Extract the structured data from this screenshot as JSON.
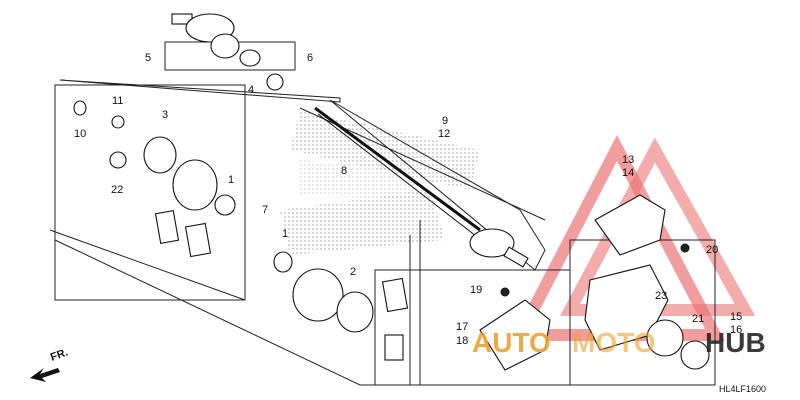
{
  "diagram": {
    "code": "HL4LF1600",
    "direction_label": "FR.",
    "callouts": [
      "5",
      "6",
      "4",
      "9",
      "12",
      "10",
      "11",
      "3",
      "1",
      "22",
      "7",
      "8",
      "13",
      "14",
      "20",
      "1",
      "2",
      "19",
      "23",
      "17",
      "18",
      "21",
      "15",
      "16"
    ]
  },
  "watermark": {
    "text_left": "AUTO",
    "text_mid": "MOTO",
    "text_right": "HUB",
    "color_red": "#e85c5c",
    "color_orange": "#f0a030",
    "color_dark": "#1a1a1a"
  }
}
